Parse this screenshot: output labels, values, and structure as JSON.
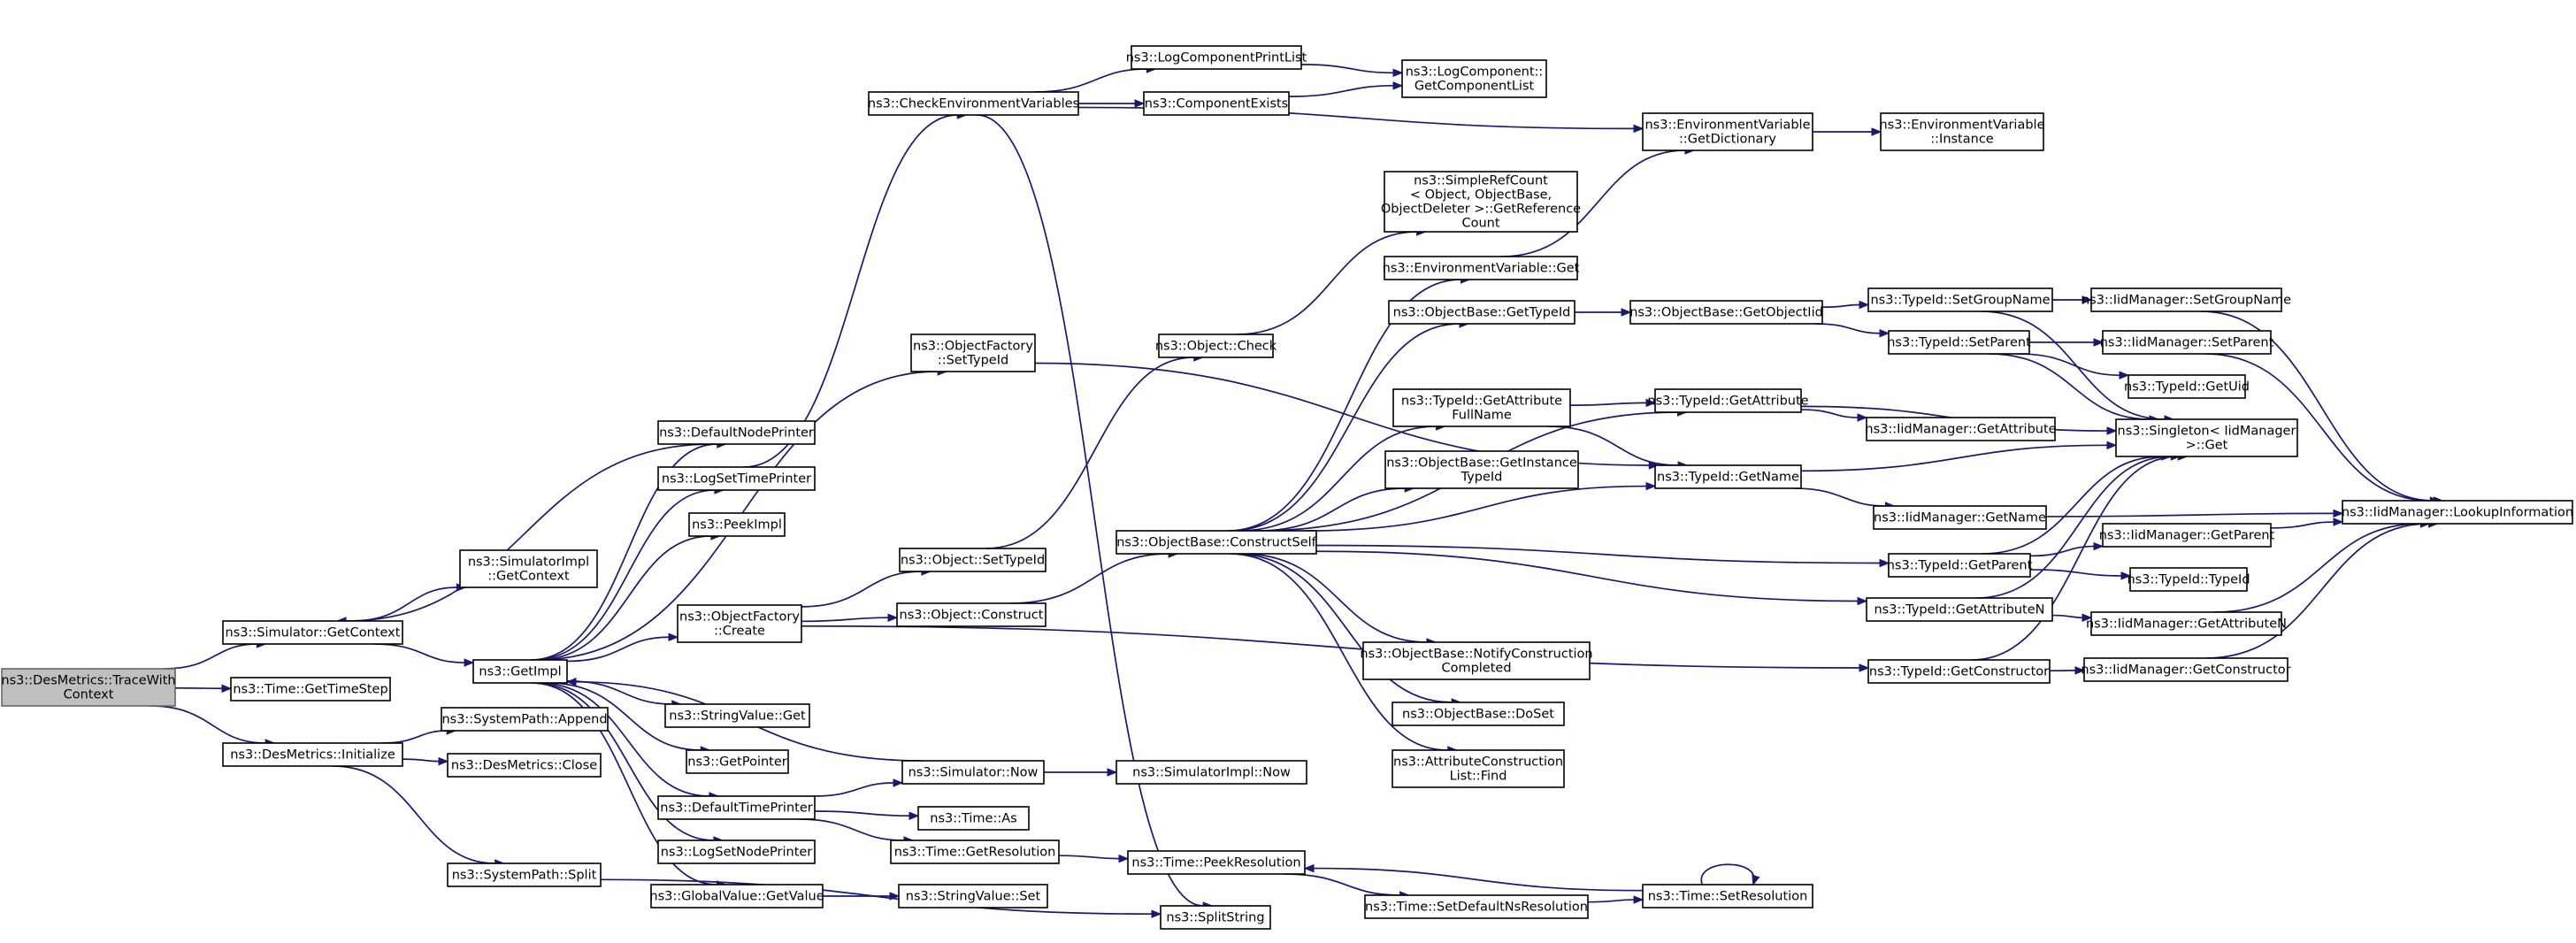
{
  "diagram": {
    "nodes": [
      {
        "id": "tracewith",
        "lines": [
          "ns3::DesMetrics::TraceWith",
          "Context"
        ],
        "highlight": true
      },
      {
        "id": "sim_getcontext",
        "lines": [
          "ns3::Simulator::GetContext"
        ]
      },
      {
        "id": "time_gettimestep",
        "lines": [
          "ns3::Time::GetTimeStep"
        ]
      },
      {
        "id": "desmetrics_init",
        "lines": [
          "ns3::DesMetrics::Initialize"
        ]
      },
      {
        "id": "simimpl_getcontext",
        "lines": [
          "ns3::SimulatorImpl",
          "::GetContext"
        ]
      },
      {
        "id": "getimpl",
        "lines": [
          "ns3::GetImpl"
        ]
      },
      {
        "id": "systempath_append",
        "lines": [
          "ns3::SystemPath::Append"
        ]
      },
      {
        "id": "desmetrics_close",
        "lines": [
          "ns3::DesMetrics::Close"
        ]
      },
      {
        "id": "systempath_split",
        "lines": [
          "ns3::SystemPath::Split"
        ]
      },
      {
        "id": "defaultnodeprinter",
        "lines": [
          "ns3::DefaultNodePrinter"
        ]
      },
      {
        "id": "logsettimeprinter",
        "lines": [
          "ns3::LogSetTimePrinter"
        ]
      },
      {
        "id": "peekimpl",
        "lines": [
          "ns3::PeekImpl"
        ]
      },
      {
        "id": "stringvalue_get",
        "lines": [
          "ns3::StringValue::Get"
        ]
      },
      {
        "id": "getpointer",
        "lines": [
          "ns3::GetPointer"
        ]
      },
      {
        "id": "defaulttimeprinter",
        "lines": [
          "ns3::DefaultTimePrinter"
        ]
      },
      {
        "id": "logsetnodeprinter",
        "lines": [
          "ns3::LogSetNodePrinter"
        ]
      },
      {
        "id": "globalvalue_getvalue",
        "lines": [
          "ns3::GlobalValue::GetValue"
        ]
      },
      {
        "id": "checkenv",
        "lines": [
          "ns3::CheckEnvironmentVariables"
        ]
      },
      {
        "id": "objfactory_settypeid",
        "lines": [
          "ns3::ObjectFactory",
          "::SetTypeId"
        ]
      },
      {
        "id": "objfactory_create",
        "lines": [
          "ns3::ObjectFactory",
          "::Create"
        ]
      },
      {
        "id": "object_settypeid",
        "lines": [
          "ns3::Object::SetTypeId"
        ]
      },
      {
        "id": "object_construct",
        "lines": [
          "ns3::Object::Construct"
        ]
      },
      {
        "id": "simulator_now",
        "lines": [
          "ns3::Simulator::Now"
        ]
      },
      {
        "id": "time_as",
        "lines": [
          "ns3::Time::As"
        ]
      },
      {
        "id": "time_getresolution",
        "lines": [
          "ns3::Time::GetResolution"
        ]
      },
      {
        "id": "stringvalue_set",
        "lines": [
          "ns3::StringValue::Set"
        ]
      },
      {
        "id": "splitstring",
        "lines": [
          "ns3::SplitString"
        ]
      },
      {
        "id": "logcompprintlist",
        "lines": [
          "ns3::LogComponentPrintList"
        ]
      },
      {
        "id": "componentexists",
        "lines": [
          "ns3::ComponentExists"
        ]
      },
      {
        "id": "logcomp_getlist",
        "lines": [
          "ns3::LogComponent::",
          "GetComponentList"
        ]
      },
      {
        "id": "object_check",
        "lines": [
          "ns3::Object::Check"
        ]
      },
      {
        "id": "objectbase_constructself",
        "lines": [
          "ns3::ObjectBase::ConstructSelf"
        ]
      },
      {
        "id": "simimpl_now",
        "lines": [
          "ns3::SimulatorImpl::Now"
        ]
      },
      {
        "id": "time_peekresolution",
        "lines": [
          "ns3::Time::PeekResolution"
        ]
      },
      {
        "id": "simplerefcount",
        "lines": [
          "ns3::SimpleRefCount",
          "< Object, ObjectBase,",
          "ObjectDeleter >::GetReference",
          "Count"
        ]
      },
      {
        "id": "envvar_get",
        "lines": [
          "ns3::EnvironmentVariable::Get"
        ]
      },
      {
        "id": "objectbase_gettypeid",
        "lines": [
          "ns3::ObjectBase::GetTypeId"
        ]
      },
      {
        "id": "typeid_getattrfullname",
        "lines": [
          "ns3::TypeId::GetAttribute",
          "FullName"
        ]
      },
      {
        "id": "objectbase_getinstancetypeid",
        "lines": [
          "ns3::ObjectBase::GetInstance",
          "TypeId"
        ]
      },
      {
        "id": "objectbase_notifyconstruction",
        "lines": [
          "ns3::ObjectBase::NotifyConstruction",
          "Completed"
        ]
      },
      {
        "id": "objectbase_doset",
        "lines": [
          "ns3::ObjectBase::DoSet"
        ]
      },
      {
        "id": "attrconstructionlist_find",
        "lines": [
          "ns3::AttributeConstruction",
          "List::Find"
        ]
      },
      {
        "id": "time_setdefaultnsres",
        "lines": [
          "ns3::Time::SetDefaultNsResolution"
        ]
      },
      {
        "id": "envvar_getdictionary",
        "lines": [
          "ns3::EnvironmentVariable",
          "::GetDictionary"
        ]
      },
      {
        "id": "objectbase_getobjectiid",
        "lines": [
          "ns3::ObjectBase::GetObjectIid"
        ]
      },
      {
        "id": "typeid_getattribute",
        "lines": [
          "ns3::TypeId::GetAttribute"
        ]
      },
      {
        "id": "typeid_getname",
        "lines": [
          "ns3::TypeId::GetName"
        ]
      },
      {
        "id": "time_setresolution",
        "lines": [
          "ns3::Time::SetResolution"
        ]
      },
      {
        "id": "envvar_instance",
        "lines": [
          "ns3::EnvironmentVariable",
          "::Instance"
        ]
      },
      {
        "id": "typeid_setgroupname",
        "lines": [
          "ns3::TypeId::SetGroupName"
        ]
      },
      {
        "id": "typeid_setparent",
        "lines": [
          "ns3::TypeId::SetParent"
        ]
      },
      {
        "id": "iidmgr_getattribute",
        "lines": [
          "ns3::IidManager::GetAttribute"
        ]
      },
      {
        "id": "iidmgr_getname",
        "lines": [
          "ns3::IidManager::GetName"
        ]
      },
      {
        "id": "typeid_getparent",
        "lines": [
          "ns3::TypeId::GetParent"
        ]
      },
      {
        "id": "typeid_getattributen",
        "lines": [
          "ns3::TypeId::GetAttributeN"
        ]
      },
      {
        "id": "typeid_getconstructor",
        "lines": [
          "ns3::TypeId::GetConstructor"
        ]
      },
      {
        "id": "iidmgr_setgroupname",
        "lines": [
          "ns3::IidManager::SetGroupName"
        ]
      },
      {
        "id": "iidmgr_setparent",
        "lines": [
          "ns3::IidManager::SetParent"
        ]
      },
      {
        "id": "typeid_getuid",
        "lines": [
          "ns3::TypeId::GetUid"
        ]
      },
      {
        "id": "singleton_get",
        "lines": [
          "ns3::Singleton< IidManager",
          " >::Get"
        ]
      },
      {
        "id": "iidmgr_getparent",
        "lines": [
          "ns3::IidManager::GetParent"
        ]
      },
      {
        "id": "typeid_typeid",
        "lines": [
          "ns3::TypeId::TypeId"
        ]
      },
      {
        "id": "iidmgr_getattributen",
        "lines": [
          "ns3::IidManager::GetAttributeN"
        ]
      },
      {
        "id": "iidmgr_getconstructor",
        "lines": [
          "ns3::IidManager::GetConstructor"
        ]
      },
      {
        "id": "iidmgr_lookupinfo",
        "lines": [
          "ns3::IidManager::LookupInformation"
        ]
      }
    ],
    "edges": [
      [
        "tracewith",
        "sim_getcontext"
      ],
      [
        "tracewith",
        "time_gettimestep"
      ],
      [
        "tracewith",
        "desmetrics_init"
      ],
      [
        "sim_getcontext",
        "simimpl_getcontext"
      ],
      [
        "sim_getcontext",
        "getimpl"
      ],
      [
        "desmetrics_init",
        "systempath_append"
      ],
      [
        "desmetrics_init",
        "desmetrics_close"
      ],
      [
        "desmetrics_init",
        "systempath_split"
      ],
      [
        "getimpl",
        "defaultnodeprinter"
      ],
      [
        "getimpl",
        "logsettimeprinter"
      ],
      [
        "getimpl",
        "peekimpl"
      ],
      [
        "getimpl",
        "objfactory_settypeid"
      ],
      [
        "getimpl",
        "objfactory_create"
      ],
      [
        "getimpl",
        "stringvalue_get"
      ],
      [
        "getimpl",
        "getpointer"
      ],
      [
        "getimpl",
        "defaulttimeprinter"
      ],
      [
        "getimpl",
        "logsetnodeprinter"
      ],
      [
        "getimpl",
        "globalvalue_getvalue"
      ],
      [
        "defaultnodeprinter",
        "sim_getcontext"
      ],
      [
        "logsettimeprinter",
        "checkenv"
      ],
      [
        "simulator_now",
        "getimpl"
      ],
      [
        "defaulttimeprinter",
        "simulator_now"
      ],
      [
        "defaulttimeprinter",
        "time_as"
      ],
      [
        "defaulttimeprinter",
        "time_getresolution"
      ],
      [
        "globalvalue_getvalue",
        "stringvalue_set"
      ],
      [
        "systempath_split",
        "splitstring"
      ],
      [
        "checkenv",
        "logcompprintlist"
      ],
      [
        "checkenv",
        "componentexists"
      ],
      [
        "checkenv",
        "envvar_getdictionary"
      ],
      [
        "checkenv",
        "splitstring"
      ],
      [
        "logcompprintlist",
        "logcomp_getlist"
      ],
      [
        "componentexists",
        "logcomp_getlist"
      ],
      [
        "objfactory_settypeid",
        "typeid_getname"
      ],
      [
        "objfactory_create",
        "object_settypeid"
      ],
      [
        "objfactory_create",
        "object_construct"
      ],
      [
        "objfactory_create",
        "typeid_getconstructor"
      ],
      [
        "object_settypeid",
        "object_check"
      ],
      [
        "object_construct",
        "objectbase_constructself"
      ],
      [
        "object_check",
        "simplerefcount"
      ],
      [
        "simulator_now",
        "simimpl_now"
      ],
      [
        "time_getresolution",
        "time_peekresolution"
      ],
      [
        "objectbase_constructself",
        "envvar_get"
      ],
      [
        "objectbase_constructself",
        "objectbase_gettypeid"
      ],
      [
        "objectbase_constructself",
        "typeid_getattrfullname"
      ],
      [
        "objectbase_constructself",
        "objectbase_getinstancetypeid"
      ],
      [
        "objectbase_constructself",
        "typeid_getattribute"
      ],
      [
        "objectbase_constructself",
        "typeid_getname"
      ],
      [
        "objectbase_constructself",
        "typeid_getparent"
      ],
      [
        "objectbase_constructself",
        "typeid_getattributen"
      ],
      [
        "objectbase_constructself",
        "objectbase_notifyconstruction"
      ],
      [
        "objectbase_constructself",
        "objectbase_doset"
      ],
      [
        "objectbase_constructself",
        "attrconstructionlist_find"
      ],
      [
        "envvar_get",
        "envvar_getdictionary"
      ],
      [
        "envvar_getdictionary",
        "envvar_instance"
      ],
      [
        "objectbase_gettypeid",
        "objectbase_getobjectiid"
      ],
      [
        "objectbase_getobjectiid",
        "typeid_setgroupname"
      ],
      [
        "objectbase_getobjectiid",
        "typeid_setparent"
      ],
      [
        "typeid_getattrfullname",
        "typeid_getattribute"
      ],
      [
        "typeid_getattrfullname",
        "typeid_getname"
      ],
      [
        "typeid_getattribute",
        "iidmgr_getattribute"
      ],
      [
        "typeid_getattribute",
        "singleton_get"
      ],
      [
        "typeid_getname",
        "iidmgr_getname"
      ],
      [
        "typeid_getname",
        "singleton_get"
      ],
      [
        "typeid_setgroupname",
        "iidmgr_setgroupname"
      ],
      [
        "typeid_setgroupname",
        "singleton_get"
      ],
      [
        "typeid_setparent",
        "iidmgr_setparent"
      ],
      [
        "typeid_setparent",
        "typeid_getuid"
      ],
      [
        "typeid_setparent",
        "singleton_get"
      ],
      [
        "typeid_getparent",
        "iidmgr_getparent"
      ],
      [
        "typeid_getparent",
        "typeid_typeid"
      ],
      [
        "typeid_getparent",
        "singleton_get"
      ],
      [
        "typeid_getattributen",
        "iidmgr_getattributen"
      ],
      [
        "typeid_getattributen",
        "singleton_get"
      ],
      [
        "typeid_getconstructor",
        "iidmgr_getconstructor"
      ],
      [
        "typeid_getconstructor",
        "singleton_get"
      ],
      [
        "iidmgr_setgroupname",
        "iidmgr_lookupinfo"
      ],
      [
        "iidmgr_setparent",
        "iidmgr_lookupinfo"
      ],
      [
        "iidmgr_getname",
        "iidmgr_lookupinfo"
      ],
      [
        "iidmgr_getparent",
        "iidmgr_lookupinfo"
      ],
      [
        "iidmgr_getattributen",
        "iidmgr_lookupinfo"
      ],
      [
        "iidmgr_getconstructor",
        "iidmgr_lookupinfo"
      ],
      [
        "time_peekresolution",
        "time_setdefaultnsres"
      ],
      [
        "time_setdefaultnsres",
        "time_setresolution"
      ],
      [
        "time_setresolution",
        "time_peekresolution"
      ],
      [
        "time_setresolution",
        "time_setresolution"
      ]
    ]
  }
}
